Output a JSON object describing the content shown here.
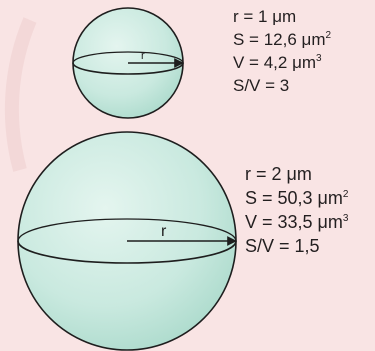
{
  "small_sphere": {
    "radius_label": "r",
    "r": "r = 1 μm",
    "s": "S = 12,6 μm",
    "s_exp": "2",
    "v": "V = 4,2 μm",
    "v_exp": "3",
    "ratio": "S/V = 3"
  },
  "large_sphere": {
    "radius_label": "r",
    "r": "r = 2 μm",
    "s": "S = 50,3 μm",
    "s_exp": "2",
    "v": "V = 33,5 μm",
    "v_exp": "3",
    "ratio": "S/V = 1,5"
  },
  "colors": {
    "background": "#f9e4e4",
    "sphere_fill": "#c9e9df",
    "outline": "#1e1e1e"
  }
}
